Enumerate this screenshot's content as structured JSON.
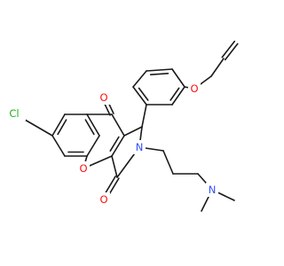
{
  "molecule": {
    "atoms": {
      "cl": {
        "symbol": "Cl",
        "color": "#1fb31f"
      },
      "o_ketone": {
        "symbol": "O",
        "color": "#ff0d0d"
      },
      "o_ring": {
        "symbol": "O",
        "color": "#ff0d0d"
      },
      "o_lactam": {
        "symbol": "O",
        "color": "#ff0d0d"
      },
      "o_ether": {
        "symbol": "O",
        "color": "#ff0d0d"
      },
      "n_lactam": {
        "symbol": "N",
        "color": "#3050f8"
      },
      "n_amine": {
        "symbol": "N",
        "color": "#3050f8"
      }
    },
    "bond_color": "#1a1a1a"
  }
}
